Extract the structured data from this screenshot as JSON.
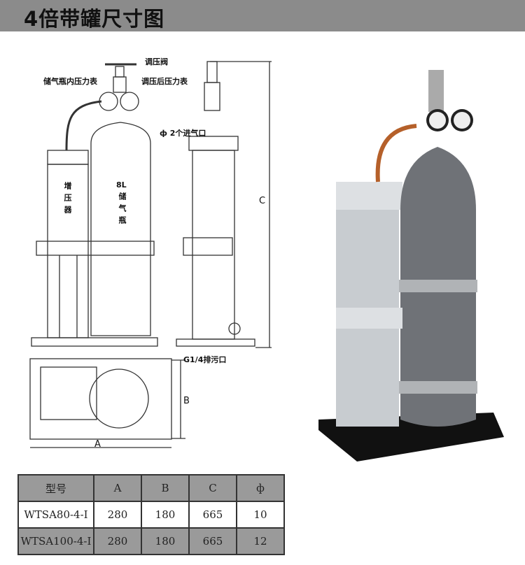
{
  "header": {
    "title": "4倍带罐尺寸图"
  },
  "diagram": {
    "labels": {
      "regulator_valve": "调压阀",
      "tank_gauge": "储气瓶内压力表",
      "outlet_gauge": "调压后压力表",
      "inlet": "ф 2个进气口",
      "drain": "G1/4排污口",
      "booster": "增压器",
      "tank_volume": "8L",
      "tank": "储气瓶",
      "dim_a": "A",
      "dim_b": "B",
      "dim_c": "C"
    }
  },
  "table": {
    "headers": [
      "型号",
      "A",
      "B",
      "C",
      "ф"
    ],
    "rows": [
      [
        "WTSA80-4-I",
        "280",
        "180",
        "665",
        "10"
      ],
      [
        "WTSA100-4-I",
        "280",
        "180",
        "665",
        "12"
      ]
    ]
  }
}
